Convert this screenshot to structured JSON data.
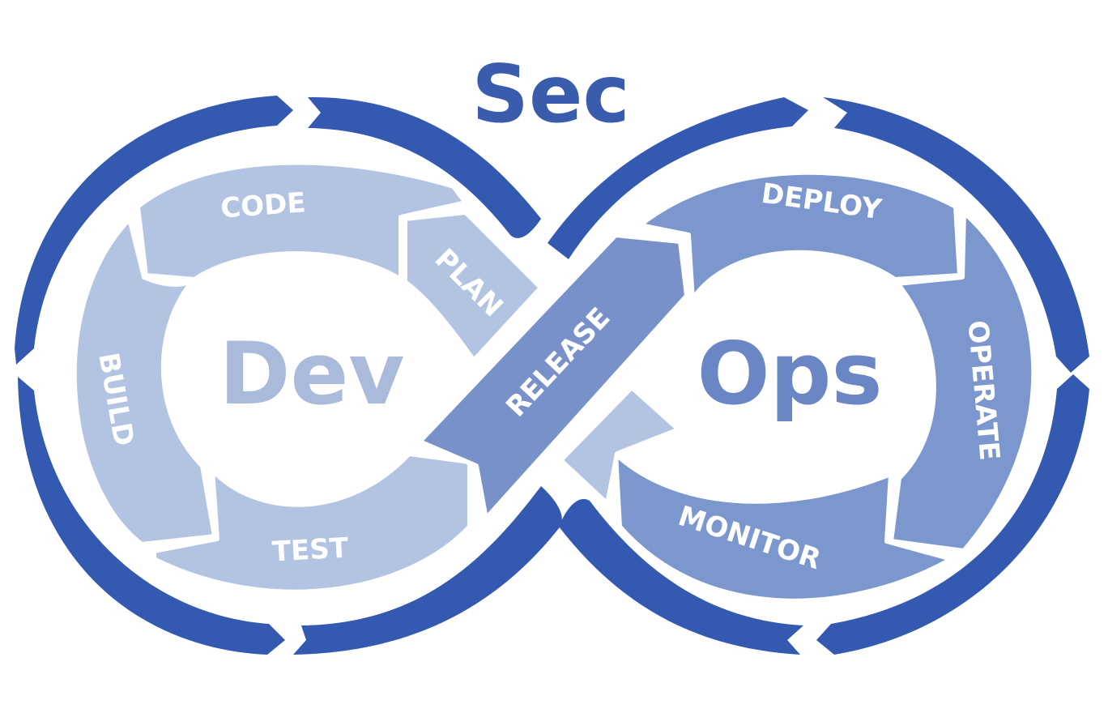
{
  "title": "Sec",
  "center_left": "Dev",
  "center_right": "Ops",
  "stages": {
    "code": "CODE",
    "plan": "PLAN",
    "build": "BUILD",
    "test": "TEST",
    "release": "RELEASE",
    "deploy": "DEPLOY",
    "operate": "OPERATE",
    "monitor": "MONITOR"
  },
  "colors": {
    "outer_loop": "#3459b0",
    "sec_text": "#3a5cac",
    "dev_segment": "#b3c3e2",
    "dev_text": "#aabada",
    "ops_segment": "#7c97cd",
    "ops_text": "#6b86c4",
    "release_segment": "#7892c9",
    "background": "#ffffff"
  }
}
